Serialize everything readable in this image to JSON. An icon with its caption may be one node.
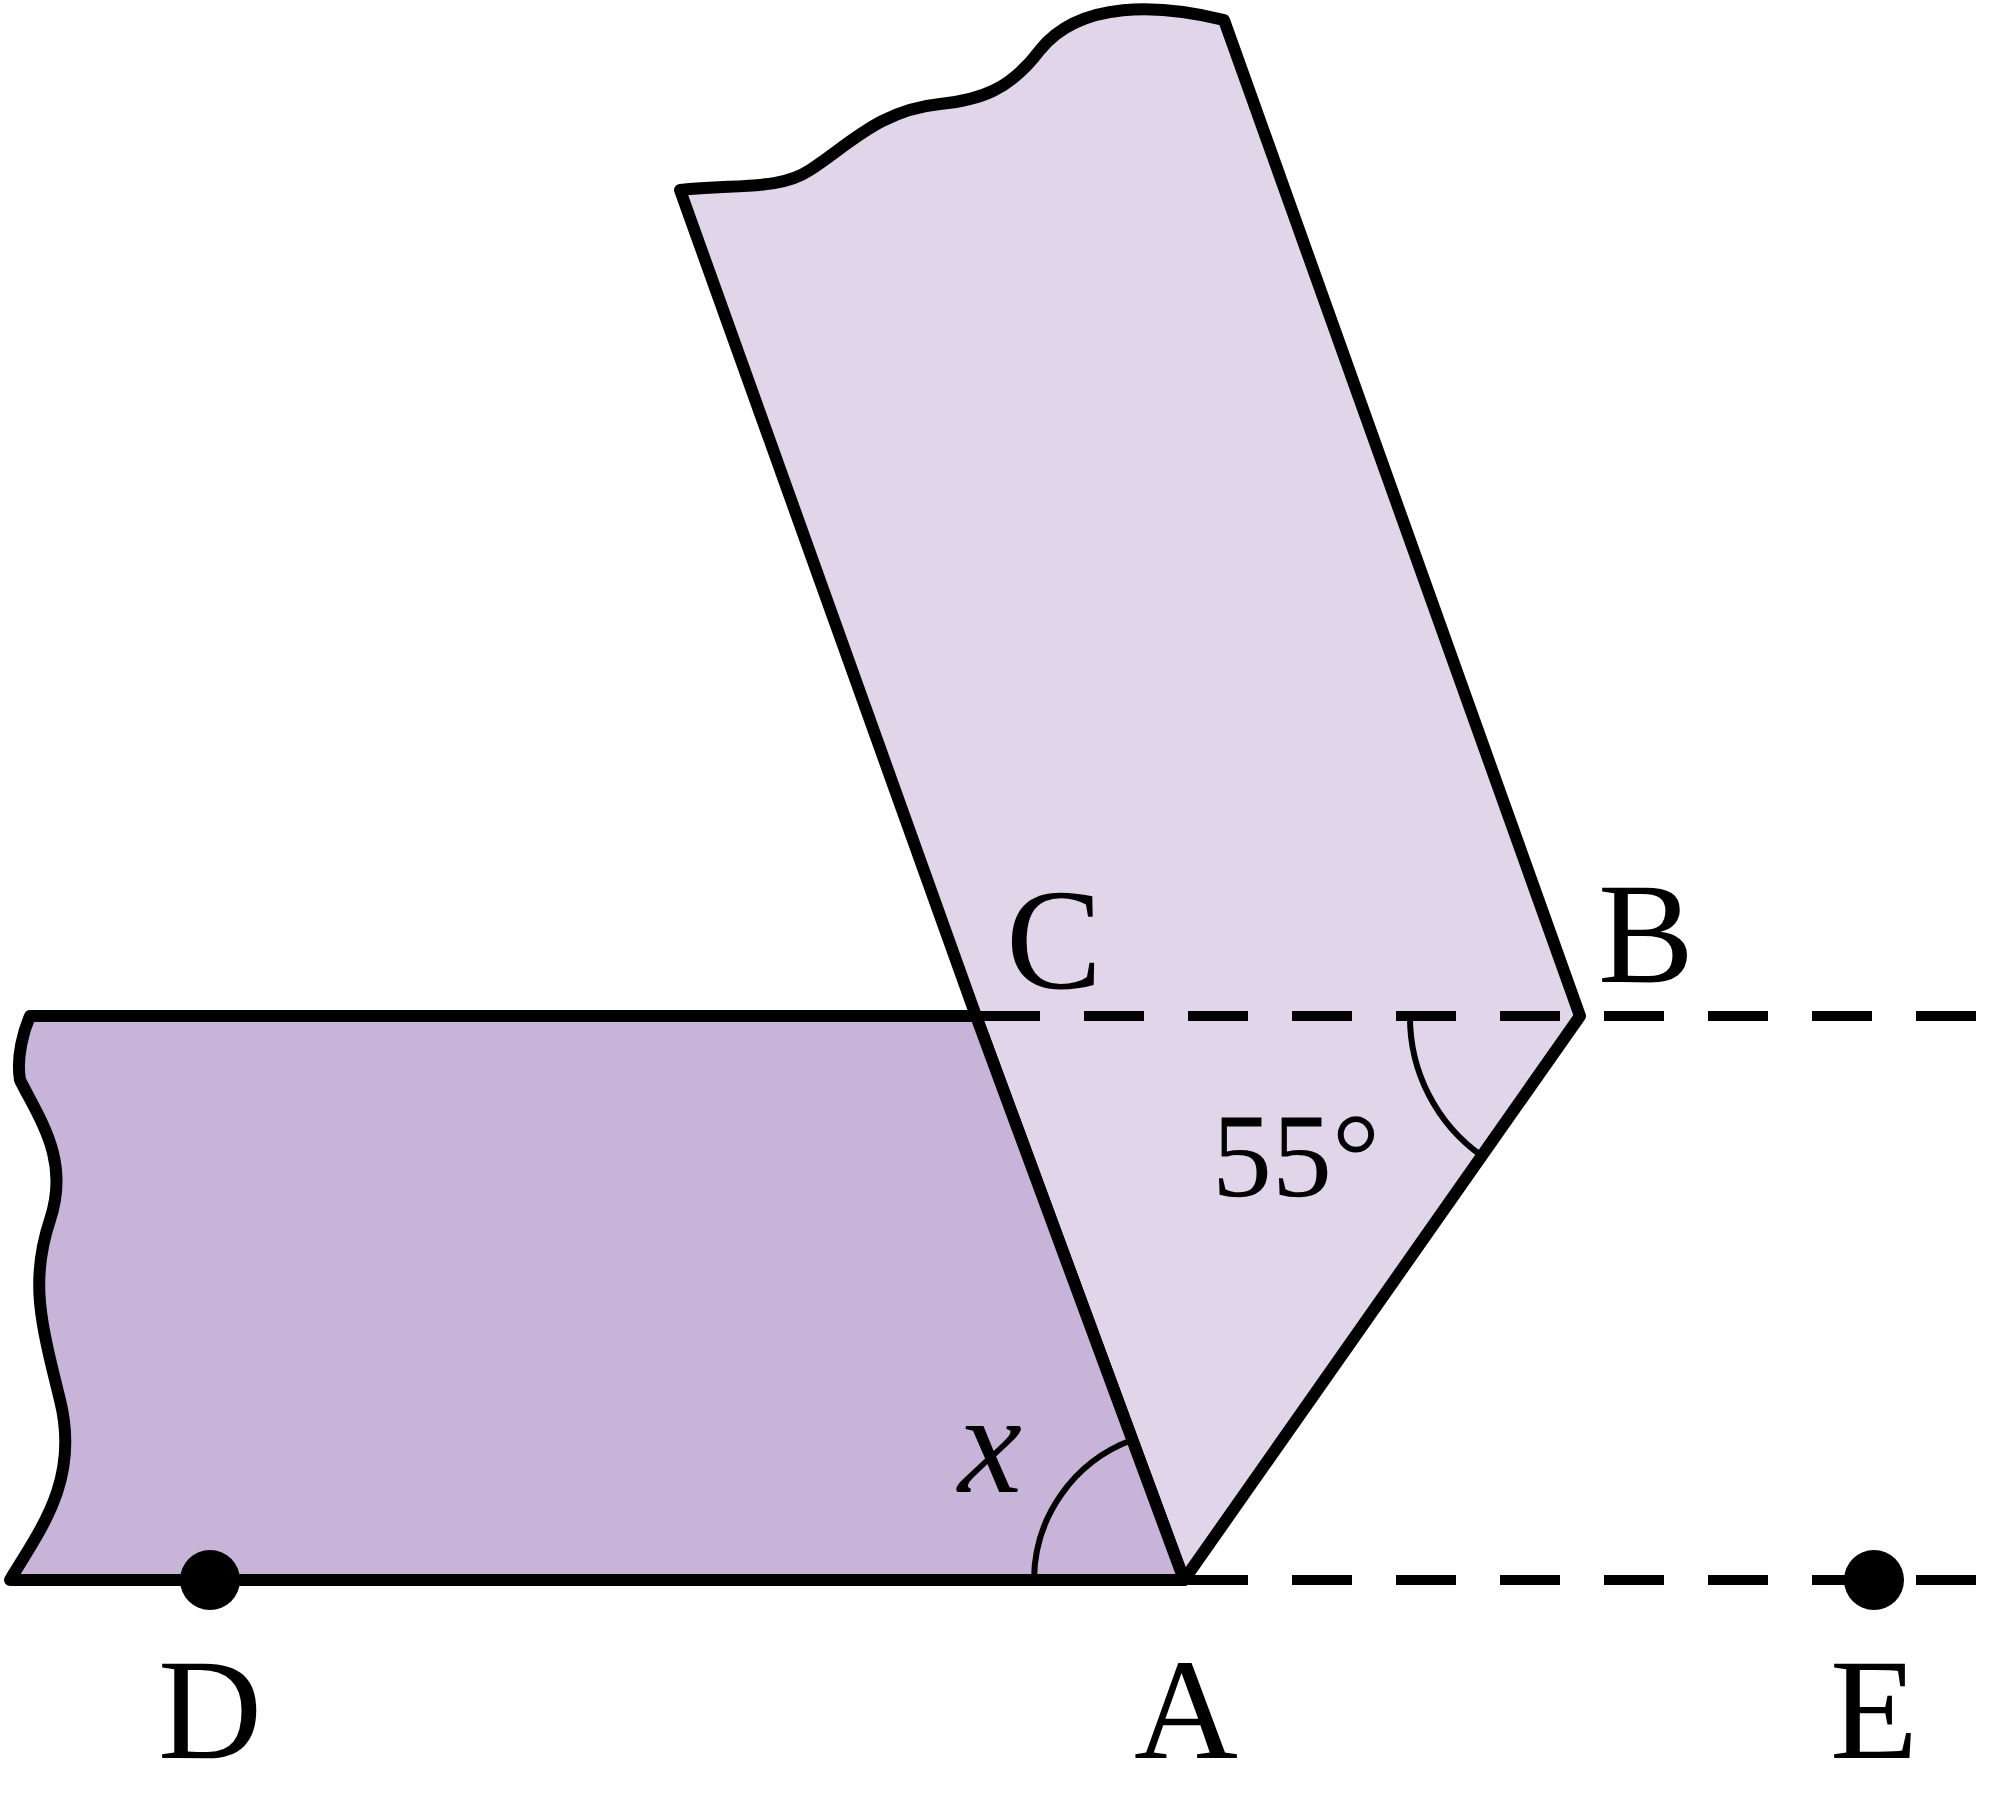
{
  "diagram": {
    "labels": [
      "C",
      "B",
      "55°",
      "x",
      "D",
      "A",
      "E"
    ]
  }
}
